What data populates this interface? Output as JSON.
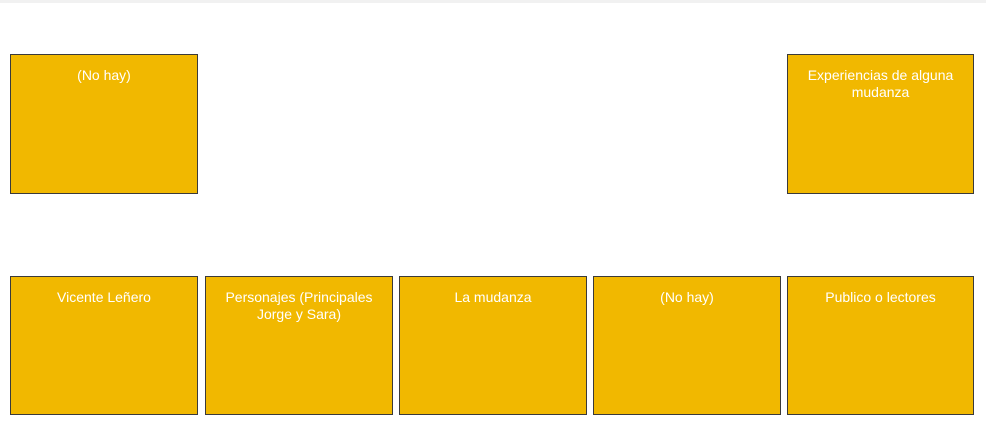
{
  "top_row": [
    {
      "text": "(No hay)"
    },
    {
      "text": "Experiencias de alguna mudanza"
    }
  ],
  "bottom_row": [
    {
      "text": "Vicente Leñero"
    },
    {
      "text": "Personajes (Principales Jorge y Sara)"
    },
    {
      "text": "La mudanza"
    },
    {
      "text": "(No hay)"
    },
    {
      "text": "Publico o lectores"
    }
  ],
  "colors": {
    "box_fill": "#f1b800",
    "box_border": "#3a3a3a",
    "box_text": "#ffffff",
    "background": "#ffffff"
  }
}
